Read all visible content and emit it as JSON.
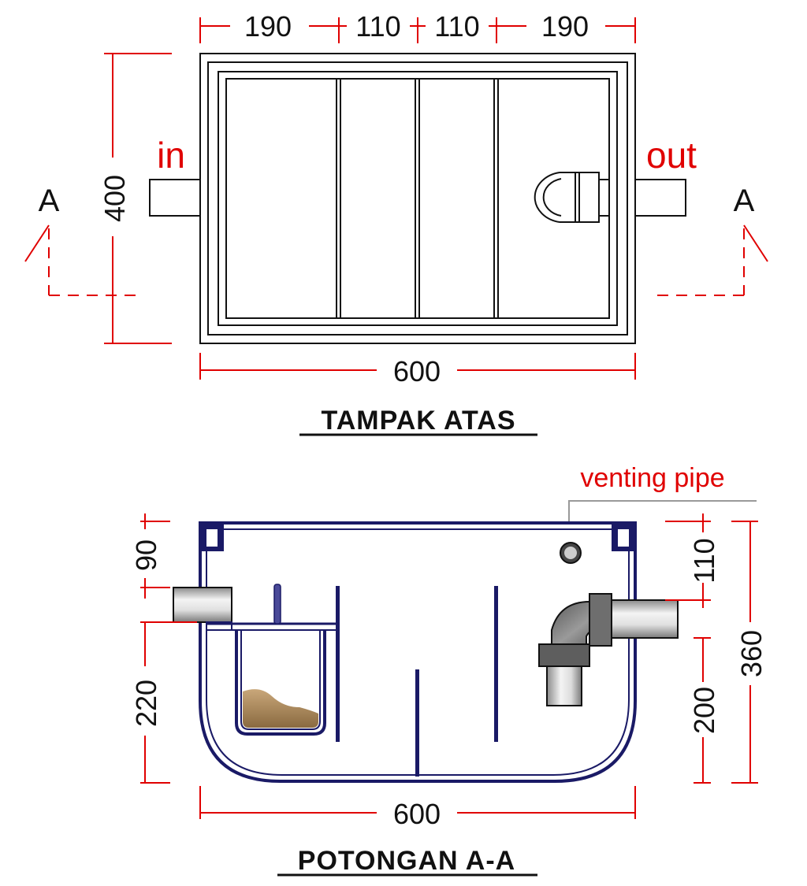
{
  "top_view": {
    "title": "TAMPAK ATAS",
    "dims_top": [
      "190",
      "110",
      "110",
      "190"
    ],
    "dim_height": "400",
    "dim_width": "600",
    "label_in": "in",
    "label_out": "out",
    "section_marker_left": "A",
    "section_marker_right": "A"
  },
  "section_view": {
    "title": "POTONGAN A-A",
    "label_venting": "venting pipe",
    "dim_left_top": "90",
    "dim_left_bottom": "220",
    "dim_right_top": "110",
    "dim_right_bottom": "200",
    "dim_right_total": "360",
    "dim_width": "600"
  },
  "colors": {
    "dimension": "#e00000",
    "outline": "#111111",
    "tank_wall": "#1a1a66",
    "sludge": "#a07b50"
  }
}
